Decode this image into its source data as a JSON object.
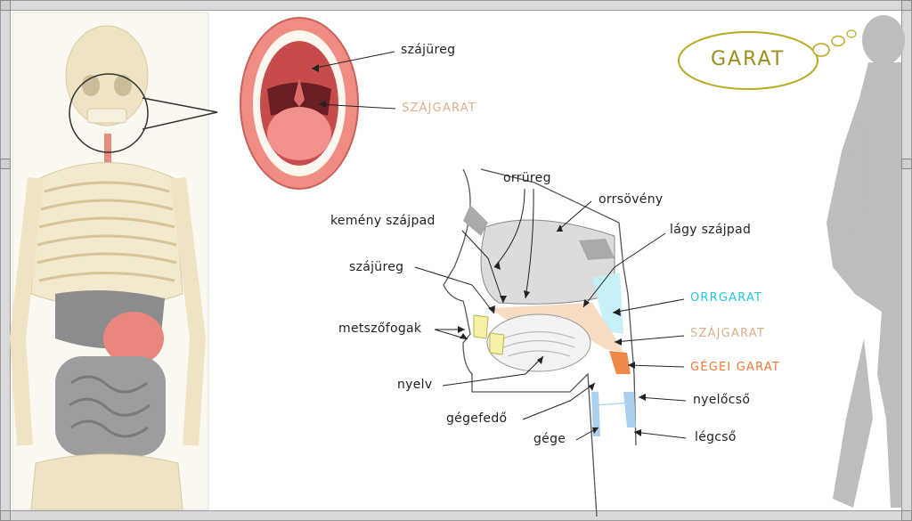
{
  "title_bubble": "GARAT",
  "mouth": {
    "labels": {
      "oral_cavity": "szájüreg",
      "oropharynx": "SZÁJGARAT"
    }
  },
  "sagittal": {
    "labels": {
      "nasal_cavity": "orrüreg",
      "nasal_septum": "orrsövény",
      "hard_palate": "kemény szájpad",
      "soft_palate": "lágy szájpad",
      "oral_cavity": "szájüreg",
      "incisors": "metszőfogak",
      "tongue": "nyelv",
      "epiglottis": "gégefedő",
      "larynx": "gége",
      "nasopharynx": "ORRGARAT",
      "oropharynx": "SZÁJGARAT",
      "laryngopharynx": "GÉGEI GARAT",
      "esophagus": "nyelőcső",
      "trachea": "légcső"
    }
  },
  "colors": {
    "nasopharynx": "#26c6da",
    "oropharynx": "#d8b08c",
    "laryngopharynx": "#f07a3a",
    "title": "#9a8f1c",
    "silhouette": "#bdbdbd"
  }
}
